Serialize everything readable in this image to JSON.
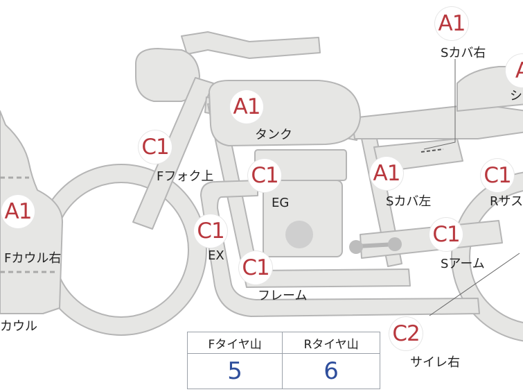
{
  "parts": [
    {
      "id": "s-cover-right",
      "code": "A1",
      "label": "Sカバ右"
    },
    {
      "id": "seat",
      "code": "A",
      "label": "シ"
    },
    {
      "id": "tank",
      "code": "A1",
      "label": "タンク"
    },
    {
      "id": "fork-upper",
      "code": "C1",
      "label": "Fフォク上"
    },
    {
      "id": "engine",
      "code": "C1",
      "label": "EG"
    },
    {
      "id": "s-cover-left",
      "code": "A1",
      "label": "Sカバ左"
    },
    {
      "id": "r-suspension",
      "code": "C1",
      "label": "Rサス"
    },
    {
      "id": "f-cowl-right",
      "code": "A1",
      "label": "Fカウル右"
    },
    {
      "id": "exhaust",
      "code": "C1",
      "label": "EX"
    },
    {
      "id": "frame",
      "code": "C1",
      "label": "フレーム"
    },
    {
      "id": "swingarm",
      "code": "C1",
      "label": "Sアーム"
    },
    {
      "id": "silencer-right",
      "code": "C2",
      "label": "サイレ右"
    },
    {
      "id": "f-cowl-left",
      "code": "",
      "label": "カウル"
    }
  ],
  "tires": {
    "front_label": "Fタイヤ山",
    "rear_label": "Rタイヤ山",
    "front_value": "5",
    "rear_value": "6"
  },
  "colors": {
    "body": "#e6e6e4",
    "outline": "#b7b7b7",
    "code": "#b8373d",
    "value": "#2e4e9c"
  }
}
